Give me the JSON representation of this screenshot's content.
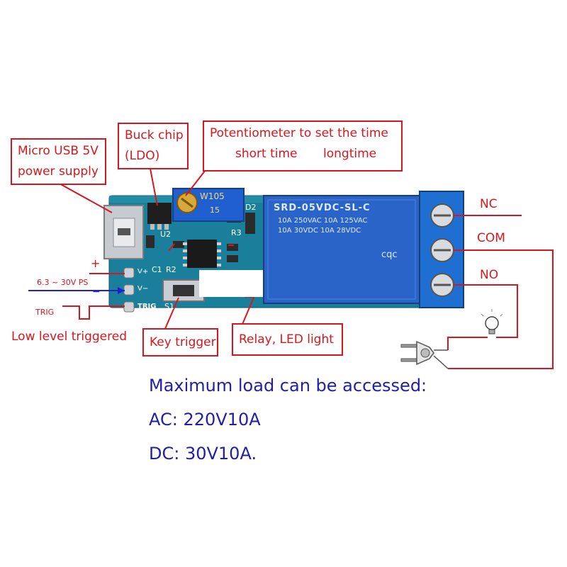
{
  "callouts": {
    "usb_line1": "Micro USB 5V",
    "usb_line2": "power supply",
    "buck_line1": "Buck chip",
    "buck_line2": "(LDO)",
    "pot_title": "Potentiometer to set the time",
    "pot_short": "short time",
    "pot_long": "longtime",
    "key_trigger": "Key trigger",
    "relay_led": "Relay, LED light"
  },
  "terminals": {
    "nc": "NC",
    "com": "COM",
    "no": "NO"
  },
  "inputs": {
    "plus": "+",
    "minus": "−",
    "voltage": "6.3 ~ 30V PS",
    "trig": "TRIG",
    "low_level": "Low level triggered"
  },
  "board": {
    "pin_vplus": "V+",
    "pin_vminus": "V−",
    "pin_trig": "TRIG",
    "u2": "U2",
    "r2": "R2",
    "c1": "C1",
    "r3": "R3",
    "d2": "D2",
    "s1": "S1",
    "pot_marking_1": "W105",
    "pot_marking_2": "15",
    "relay_line1": "SRD-05VDC-SL-C",
    "relay_line2": "10A 250VAC  10A 125VAC",
    "relay_line3": "10A 30VDC  10A 28VDC",
    "relay_brand": "cqc"
  },
  "specs": {
    "title": "Maximum load can be accessed:",
    "ac": "AC: 220V10A",
    "dc": "DC: 30V10A."
  },
  "colors": {
    "callout_red": "#d8161d",
    "spec_blue": "#1f1fa8",
    "pcb_teal": "#1a7f9a",
    "relay_blue": "#2a64c8",
    "terminal_blue": "#1f6fd2"
  }
}
